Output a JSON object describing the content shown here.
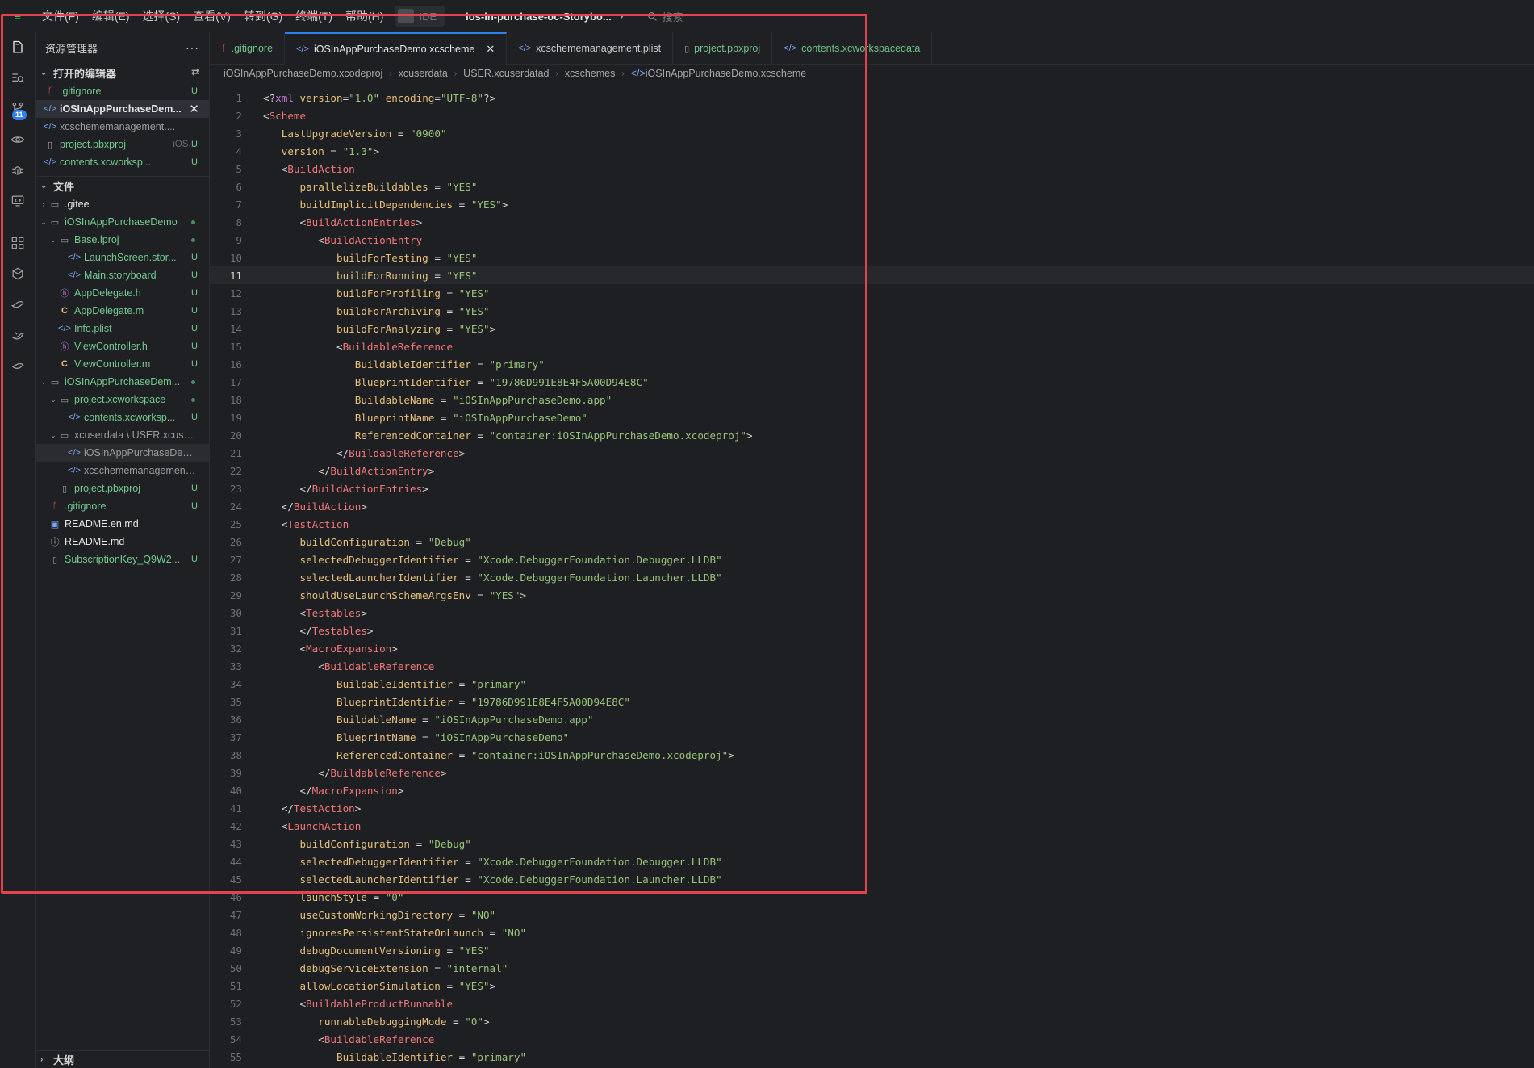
{
  "menubar": {
    "logo": "≡",
    "items": [
      "文件(F)",
      "编辑(E)",
      "选择(S)",
      "查看(V)",
      "转到(G)",
      "终端(T)",
      "帮助(H)"
    ],
    "ide_label": "IDE",
    "project": "ios-in-purchase-oc-Storybo...",
    "search_placeholder": "搜索"
  },
  "activity": {
    "icons": [
      "files-icon",
      "search-icon",
      "source-control-icon",
      "eye-icon",
      "debug-icon",
      "remote-icon",
      "extensions-icon",
      "deploy-icon",
      "bird-icon",
      "bird-icon-2",
      "bird-icon-3"
    ],
    "scm_badge": "11"
  },
  "sidebar": {
    "title": "资源管理器",
    "more": "···",
    "open_editors_title": "打开的编辑器",
    "open_editors": [
      {
        "name": ".gitignore",
        "icon": "git",
        "status": "U",
        "cls": "green"
      },
      {
        "name": "iOSInAppPurchaseDem...",
        "icon": "code",
        "status": "",
        "cls": "white",
        "active": true
      },
      {
        "name": "xcschememanagement....",
        "icon": "code",
        "status": "",
        "cls": "gray"
      },
      {
        "name": "project.pbxproj",
        "desc": "iOS...",
        "icon": "file",
        "status": "U",
        "cls": "green"
      },
      {
        "name": "contents.xcworksp...",
        "icon": "code",
        "status": "U",
        "cls": "green"
      }
    ],
    "files_title": "文件",
    "tree": [
      {
        "indent": 0,
        "chev": "›",
        "icon": "folder",
        "name": ".gitee",
        "cls": "white"
      },
      {
        "indent": 0,
        "chev": "⌄",
        "icon": "folder-open",
        "name": "iOSInAppPurchaseDemo",
        "cls": "green",
        "dot": true
      },
      {
        "indent": 1,
        "chev": "⌄",
        "icon": "folder-open",
        "name": "Base.lproj",
        "cls": "green",
        "dot": true
      },
      {
        "indent": 2,
        "chev": "",
        "icon": "code",
        "name": "LaunchScreen.stor...",
        "cls": "green",
        "status": "U"
      },
      {
        "indent": 2,
        "chev": "",
        "icon": "code",
        "name": "Main.storyboard",
        "cls": "green",
        "status": "U"
      },
      {
        "indent": 1,
        "chev": "",
        "icon": "h",
        "name": "AppDelegate.h",
        "cls": "green",
        "status": "U"
      },
      {
        "indent": 1,
        "chev": "",
        "icon": "c",
        "name": "AppDelegate.m",
        "cls": "green",
        "status": "U"
      },
      {
        "indent": 1,
        "chev": "",
        "icon": "code",
        "name": "Info.plist",
        "cls": "green",
        "status": "U"
      },
      {
        "indent": 1,
        "chev": "",
        "icon": "h",
        "name": "ViewController.h",
        "cls": "green",
        "status": "U"
      },
      {
        "indent": 1,
        "chev": "",
        "icon": "c",
        "name": "ViewController.m",
        "cls": "green",
        "status": "U"
      },
      {
        "indent": 0,
        "chev": "⌄",
        "icon": "folder-open",
        "name": "iOSInAppPurchaseDem...",
        "cls": "green",
        "dot": true
      },
      {
        "indent": 1,
        "chev": "⌄",
        "icon": "folder-open",
        "name": "project.xcworkspace",
        "cls": "green",
        "dot": true
      },
      {
        "indent": 2,
        "chev": "",
        "icon": "code",
        "name": "contents.xcworksp...",
        "cls": "green",
        "status": "U"
      },
      {
        "indent": 1,
        "chev": "⌄",
        "icon": "folder-open",
        "name": "xcuserdata \\ USER.xcuserd...",
        "cls": "gray"
      },
      {
        "indent": 2,
        "chev": "",
        "icon": "code",
        "name": "iOSInAppPurchaseDem...",
        "cls": "gray",
        "sel": true
      },
      {
        "indent": 2,
        "chev": "",
        "icon": "code",
        "name": "xcschememanagement....",
        "cls": "gray"
      },
      {
        "indent": 1,
        "chev": "",
        "icon": "file",
        "name": "project.pbxproj",
        "cls": "green",
        "status": "U"
      },
      {
        "indent": 0,
        "chev": "",
        "icon": "git",
        "name": ".gitignore",
        "cls": "green",
        "status": "U"
      },
      {
        "indent": 0,
        "chev": "",
        "icon": "md",
        "name": "README.en.md",
        "cls": "white"
      },
      {
        "indent": 0,
        "chev": "",
        "icon": "info",
        "name": "README.md",
        "cls": "white"
      },
      {
        "indent": 0,
        "chev": "",
        "icon": "file",
        "name": "SubscriptionKey_Q9W2...",
        "cls": "green",
        "status": "U"
      }
    ],
    "outline_title": "大纲"
  },
  "editor": {
    "tabs": [
      {
        "label": ".gitignore",
        "icon": "git",
        "cls": "green"
      },
      {
        "label": "iOSInAppPurchaseDemo.xcscheme",
        "icon": "code",
        "cls": "white",
        "active": true
      },
      {
        "label": "xcschememanagement.plist",
        "icon": "code",
        "cls": "plain"
      },
      {
        "label": "project.pbxproj",
        "icon": "file",
        "cls": "green"
      },
      {
        "label": "contents.xcworkspacedata",
        "icon": "code",
        "cls": "green"
      }
    ],
    "tab_close": "✕",
    "breadcrumb": [
      "iOSInAppPurchaseDemo.xcodeproj",
      "xcuserdata",
      "USER.xcuserdatad",
      "xcschemes",
      "iOSInAppPurchaseDemo.xcscheme"
    ],
    "current_line": 11,
    "lines": [
      "<?xml version=\"1.0\" encoding=\"UTF-8\"?>",
      "<Scheme",
      "   LastUpgradeVersion = \"0900\"",
      "   version = \"1.3\">",
      "   <BuildAction",
      "      parallelizeBuildables = \"YES\"",
      "      buildImplicitDependencies = \"YES\">",
      "      <BuildActionEntries>",
      "         <BuildActionEntry",
      "            buildForTesting = \"YES\"",
      "            buildForRunning = \"YES\"",
      "            buildForProfiling = \"YES\"",
      "            buildForArchiving = \"YES\"",
      "            buildForAnalyzing = \"YES\">",
      "            <BuildableReference",
      "               BuildableIdentifier = \"primary\"",
      "               BlueprintIdentifier = \"19786D991E8E4F5A00D94E8C\"",
      "               BuildableName = \"iOSInAppPurchaseDemo.app\"",
      "               BlueprintName = \"iOSInAppPurchaseDemo\"",
      "               ReferencedContainer = \"container:iOSInAppPurchaseDemo.xcodeproj\">",
      "            </BuildableReference>",
      "         </BuildActionEntry>",
      "      </BuildActionEntries>",
      "   </BuildAction>",
      "   <TestAction",
      "      buildConfiguration = \"Debug\"",
      "      selectedDebuggerIdentifier = \"Xcode.DebuggerFoundation.Debugger.LLDB\"",
      "      selectedLauncherIdentifier = \"Xcode.DebuggerFoundation.Launcher.LLDB\"",
      "      shouldUseLaunchSchemeArgsEnv = \"YES\">",
      "      <Testables>",
      "      </Testables>",
      "      <MacroExpansion>",
      "         <BuildableReference",
      "            BuildableIdentifier = \"primary\"",
      "            BlueprintIdentifier = \"19786D991E8E4F5A00D94E8C\"",
      "            BuildableName = \"iOSInAppPurchaseDemo.app\"",
      "            BlueprintName = \"iOSInAppPurchaseDemo\"",
      "            ReferencedContainer = \"container:iOSInAppPurchaseDemo.xcodeproj\">",
      "         </BuildableReference>",
      "      </MacroExpansion>",
      "   </TestAction>",
      "   <LaunchAction",
      "      buildConfiguration = \"Debug\"",
      "      selectedDebuggerIdentifier = \"Xcode.DebuggerFoundation.Debugger.LLDB\"",
      "      selectedLauncherIdentifier = \"Xcode.DebuggerFoundation.Launcher.LLDB\"",
      "      launchStyle = \"0\"",
      "      useCustomWorkingDirectory = \"NO\"",
      "      ignoresPersistentStateOnLaunch = \"NO\"",
      "      debugDocumentVersioning = \"YES\"",
      "      debugServiceExtension = \"internal\"",
      "      allowLocationSimulation = \"YES\">",
      "      <BuildableProductRunnable",
      "         runnableDebuggingMode = \"0\">",
      "         <BuildableReference",
      "            BuildableIdentifier = \"primary\""
    ]
  },
  "colors": {
    "highlight_frame": "#e5424d",
    "accent": "#2f80ed",
    "untracked_green": "#73c991",
    "tag": "#f2777a",
    "attr": "#e5c07b",
    "string": "#98c379"
  }
}
